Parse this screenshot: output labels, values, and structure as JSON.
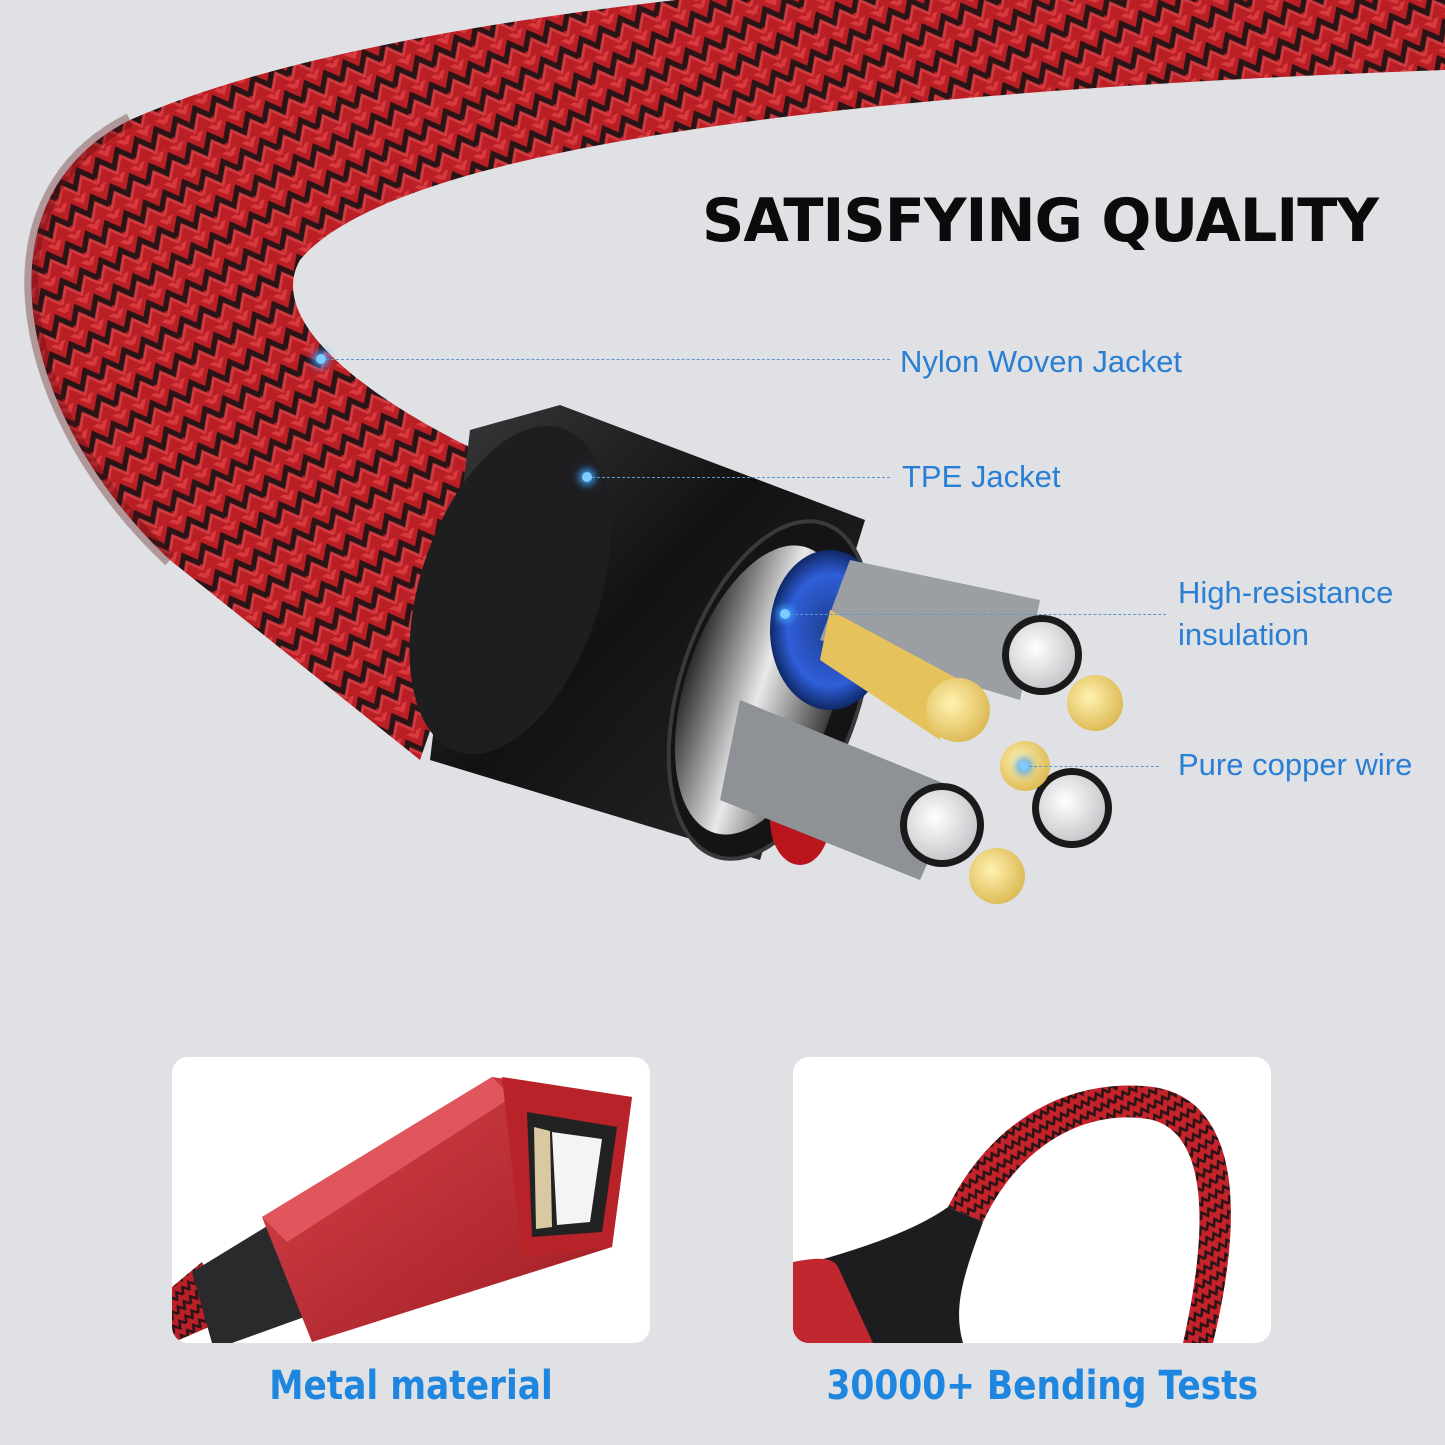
{
  "title": "SATISFYING QUALITY",
  "callouts": [
    {
      "label": "Nylon Woven Jacket"
    },
    {
      "label": "TPE Jacket"
    },
    {
      "label_line1": "High-resistance",
      "label_line2": "insulation"
    },
    {
      "label": "Pure copper wire"
    }
  ],
  "features": [
    {
      "caption": "Metal material"
    },
    {
      "caption": "30000+ Bending Tests"
    }
  ],
  "colors": {
    "background": "#dfe1e4",
    "accent_blue": "#2a7fd4",
    "cable_red": "#c8262b",
    "title_black": "#0b0b0b"
  }
}
